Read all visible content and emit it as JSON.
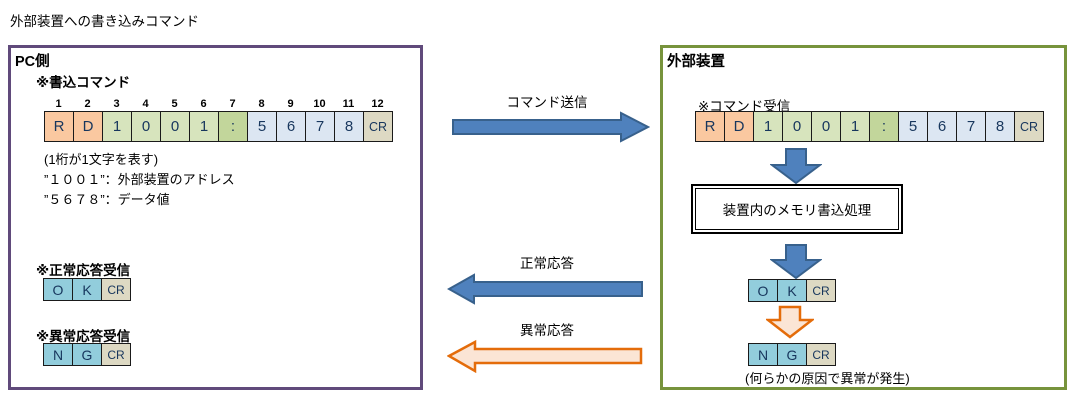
{
  "title": "外部装置への書き込みコマンド",
  "colors": {
    "pc_box_border": "#604A7B",
    "device_box_border": "#77933C",
    "arrow_blue_fill": "#4F81BD",
    "arrow_blue_stroke": "#38618C",
    "arrow_orange_fill": "#FBE5D5",
    "arrow_orange_stroke": "#E46C0A",
    "cell_peach": "#FAC8A0",
    "cell_green_light": "#D7E4BD",
    "cell_green_mid": "#C2D69B",
    "cell_blue_light": "#DCE6F2",
    "cell_tan": "#DDD9C3",
    "cell_cyan": "#92CDDC",
    "cell_text": "#17365D"
  },
  "pc_panel": {
    "title": "PC側",
    "write_command_label": "※書込コマンド",
    "digit_numbers": [
      "1",
      "2",
      "3",
      "4",
      "5",
      "6",
      "7",
      "8",
      "9",
      "10",
      "11",
      "12"
    ],
    "command_cells": [
      "R",
      "D",
      "1",
      "0",
      "0",
      "1",
      ":",
      "5",
      "6",
      "7",
      "8",
      "CR"
    ],
    "notes": [
      "(1桁が1文字を表す)",
      "”１００１”：外部装置のアドレス",
      "”５６７８”：データ値"
    ],
    "ok_label": "※正常応答受信",
    "ok_cells": [
      "O",
      "K",
      "CR"
    ],
    "ng_label": "※異常応答受信",
    "ng_cells": [
      "N",
      "G",
      "CR"
    ]
  },
  "flow": {
    "send_label": "コマンド送信",
    "ok_label": "正常応答",
    "ng_label": "異常応答"
  },
  "device_panel": {
    "title": "外部装置",
    "receive_label": "※コマンド受信",
    "command_cells": [
      "R",
      "D",
      "1",
      "0",
      "0",
      "1",
      ":",
      "5",
      "6",
      "7",
      "8",
      "CR"
    ],
    "process_label": "装置内のメモリ書込処理",
    "ok_cells": [
      "O",
      "K",
      "CR"
    ],
    "ng_cells": [
      "N",
      "G",
      "CR"
    ],
    "error_note": "(何らかの原因で異常が発生)"
  }
}
